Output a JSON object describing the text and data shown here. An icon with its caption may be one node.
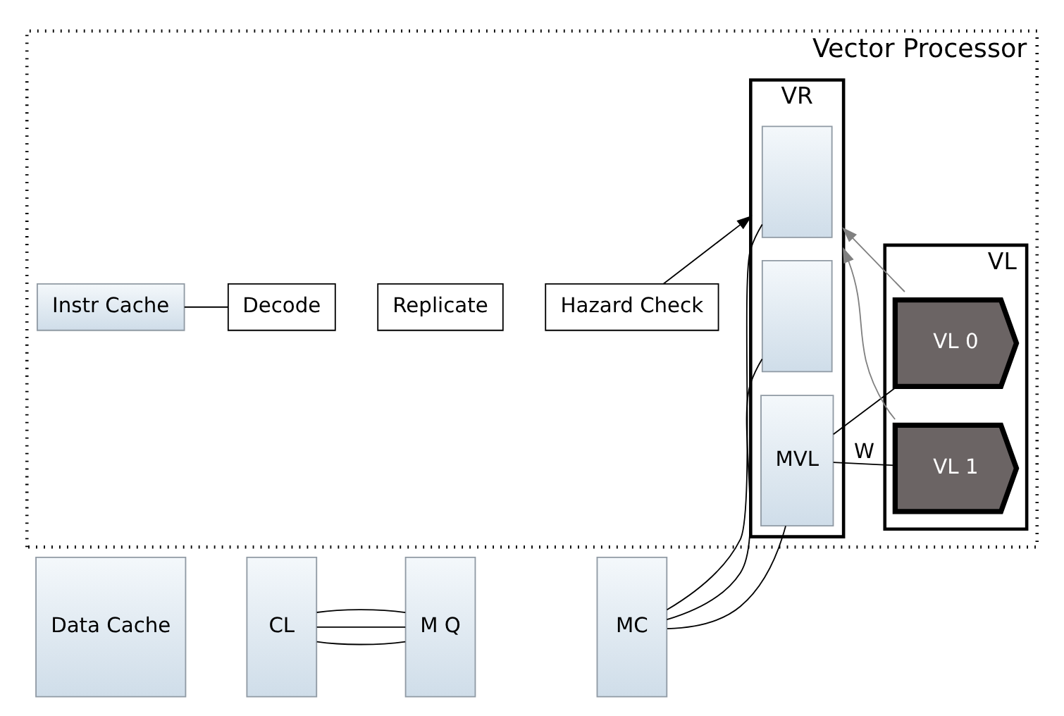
{
  "diagram": {
    "nodes": [
      {
        "text": [
          "Vector Processor"
        ]
      },
      {
        "text": [
          "Instr Cache"
        ],
        "in": 0
      },
      {
        "text": [
          "Decode"
        ],
        "in": 0
      },
      {
        "text": [
          "Replicate"
        ],
        "in": 0
      },
      {
        "text": [
          "Hazard Check"
        ],
        "in": 0
      },
      {
        "text": [
          "VR"
        ],
        "in": 0
      },
      {
        "text": [],
        "shape": "box",
        "in": 5
      },
      {
        "text": [],
        "shape": "box",
        "in": 5
      },
      {
        "text": [
          "MVL"
        ],
        "in": 5
      },
      {
        "text": [
          "VL"
        ],
        "in": 0
      },
      {
        "text": [
          "VL 1"
        ],
        "in": 9
      },
      {
        "text": [
          "VL 0"
        ],
        "in": 9
      },
      {
        "text": [
          "Data Cache"
        ]
      },
      {
        "text": [
          "CL"
        ]
      },
      {
        "text": [
          "M Q"
        ]
      },
      {
        "text": [
          "MC"
        ]
      }
    ],
    "edges": [
      {
        "from": 1,
        "to": 2,
        "arrow": "none"
      },
      {
        "from": 4,
        "to": 5,
        "arrow": "to"
      },
      {
        "from": 13,
        "to": 14,
        "arrow": "none"
      },
      {
        "from": 13,
        "to": 14,
        "arrow": "none"
      },
      {
        "from": 13,
        "to": 14,
        "arrow": "none"
      },
      {
        "from": 15,
        "to": 6,
        "arrow": "none"
      },
      {
        "from": 15,
        "to": 7,
        "arrow": "none"
      },
      {
        "from": 15,
        "to": 8,
        "arrow": "none"
      },
      {
        "from": 8,
        "to": 10,
        "label": "W",
        "arrow": "none"
      },
      {
        "from": 8,
        "to": 11,
        "arrow": "none"
      },
      {
        "from": 10,
        "to": 5,
        "arrow": "to",
        "color": "#808080"
      },
      {
        "from": 11,
        "to": 5,
        "arrow": "to",
        "color": "#808080"
      }
    ]
  }
}
